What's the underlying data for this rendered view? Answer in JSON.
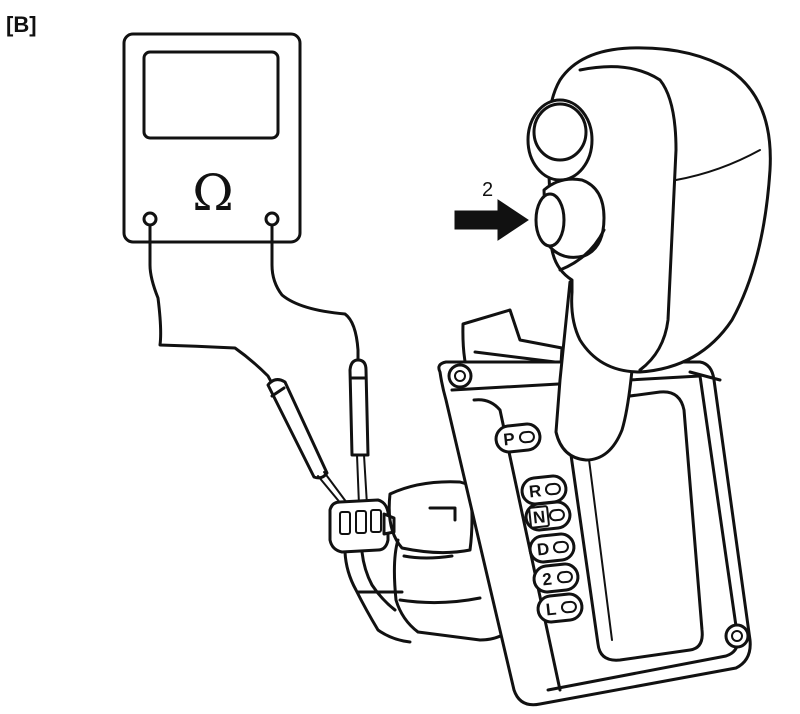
{
  "panel_label": "[B]",
  "meter": {
    "symbol": "Ω",
    "icon": "ohmmeter-icon"
  },
  "callout": {
    "number": "2",
    "icon": "arrow-right-icon"
  },
  "gate_positions": [
    "P",
    "R",
    "N",
    "D",
    "2",
    "L"
  ],
  "selected_position": "N",
  "colors": {
    "ink": "#111111",
    "background": "#ffffff"
  }
}
